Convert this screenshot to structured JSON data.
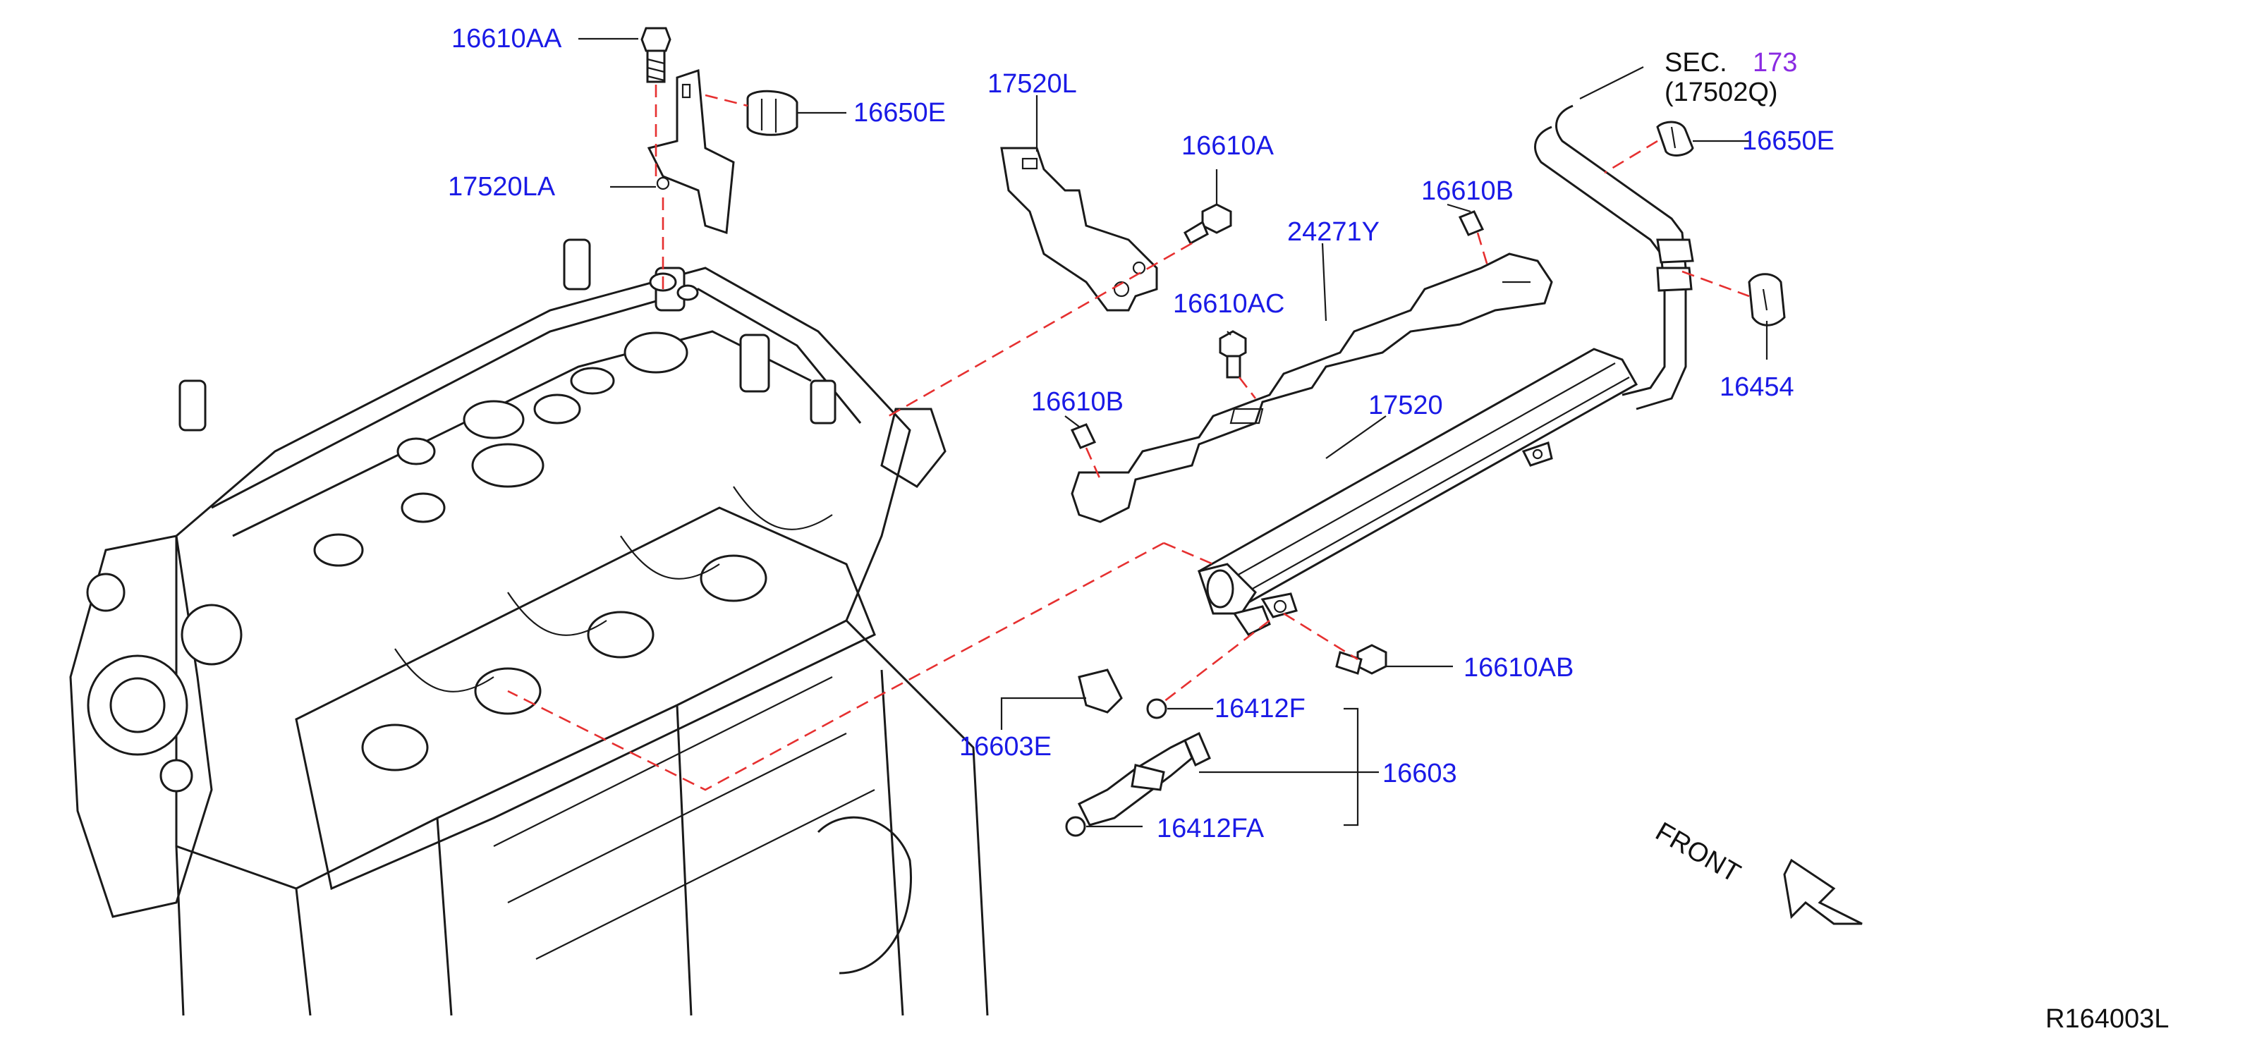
{
  "colors": {
    "label": "#1a1ae6",
    "dash": "#e63030",
    "line": "#1a1a1a",
    "sec_number": "#8a2be2"
  },
  "labels": {
    "p16610AA": "16610AA",
    "p16650E_top": "16650E",
    "p17520LA": "17520LA",
    "p17520L": "17520L",
    "p16610A": "16610A",
    "p24271Y": "24271Y",
    "p16610B_top": "16610B",
    "p16610AC": "16610AC",
    "p16610B_left": "16610B",
    "p17520": "17520",
    "p16650E_right": "16650E",
    "p16454": "16454",
    "p16610AB": "16610AB",
    "p16412F": "16412F",
    "p16603E": "16603E",
    "p16603": "16603",
    "p16412FA": "16412FA"
  },
  "section_ref": {
    "sec_text": "SEC.",
    "sec_number": "173",
    "part_ref": "(17502Q)"
  },
  "front_label": "FRONT",
  "diagram_code": "R164003L"
}
